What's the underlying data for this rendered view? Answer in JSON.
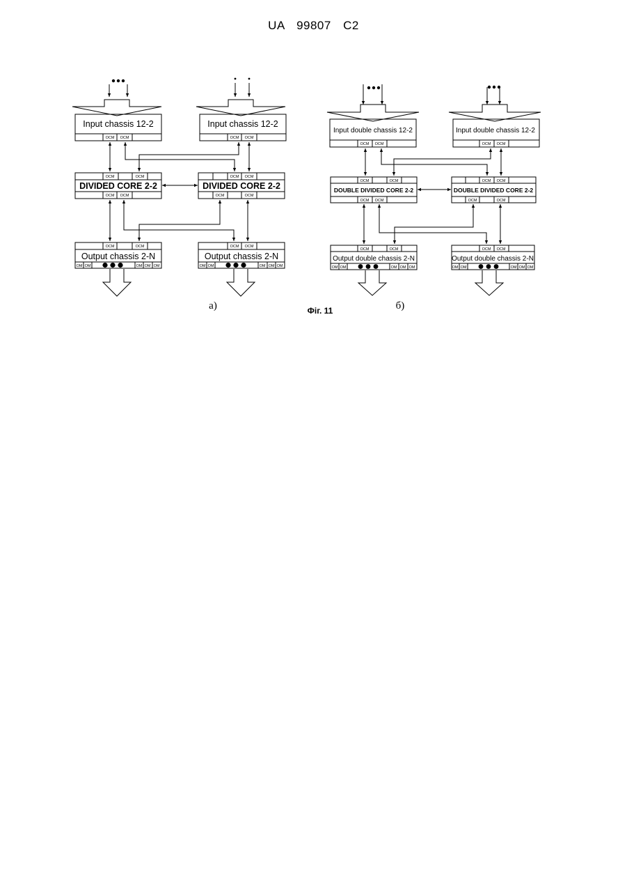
{
  "header": {
    "text": "UA   99807   C2"
  },
  "figure": {
    "caption": "Фіг. 11",
    "panel_a": {
      "label": "а)",
      "input_left": "Input chassis 12-2",
      "input_right": "Input chassis 12-2",
      "core_left": "DIVIDED CORE 2-2",
      "core_right": "DIVIDED CORE 2-2",
      "output_left": "Output chassis 2-N",
      "output_right": "Output chassis 2-N"
    },
    "panel_b": {
      "label": "б)",
      "input_left": "Input double chassis 12-2",
      "input_right": "Input double chassis 12-2",
      "core_left": "DOUBLE DIVIDED CORE 2-2",
      "core_right": "DOUBLE DIVIDED CORE 2-2",
      "output_left": "Output double chassis 2-N",
      "output_right": "Output double chassis 2-N"
    },
    "port_labels": {
      "ocm": "OCM",
      "om": "OM"
    }
  }
}
